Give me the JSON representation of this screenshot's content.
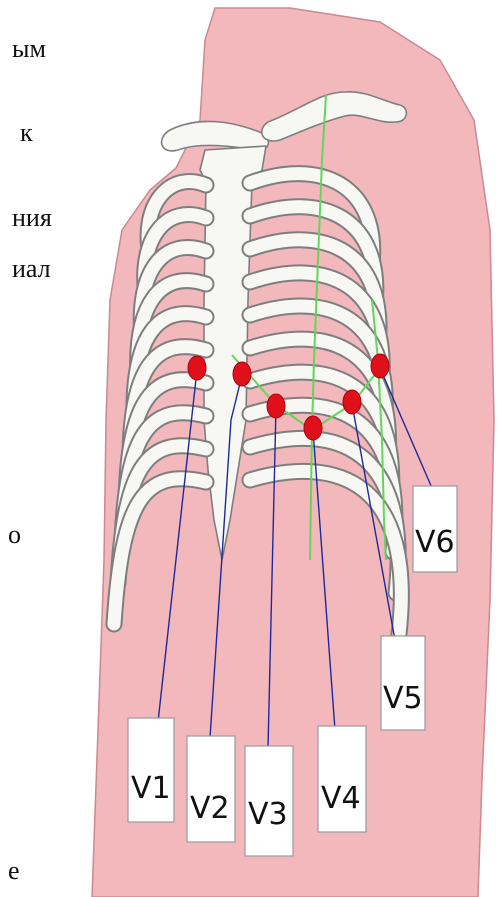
{
  "text_fragments": [
    {
      "id": "frag-1",
      "text": "ым"
    },
    {
      "id": "frag-2",
      "text": "к"
    },
    {
      "id": "frag-3",
      "text": "ния"
    },
    {
      "id": "frag-4",
      "text": "иал"
    },
    {
      "id": "frag-5",
      "text": "о"
    },
    {
      "id": "frag-6",
      "text": "е"
    }
  ],
  "leads": [
    "V1",
    "V2",
    "V3",
    "V4",
    "V5",
    "V6"
  ],
  "colors": {
    "skin": "#f2b8bc",
    "skin_outline": "#c98a90",
    "bone": "#f7f7f4",
    "bone_outline": "#7e7e7e",
    "electrode": "#e0101a",
    "wire": "#1e2a9a",
    "guide_line": "#63d65a"
  }
}
